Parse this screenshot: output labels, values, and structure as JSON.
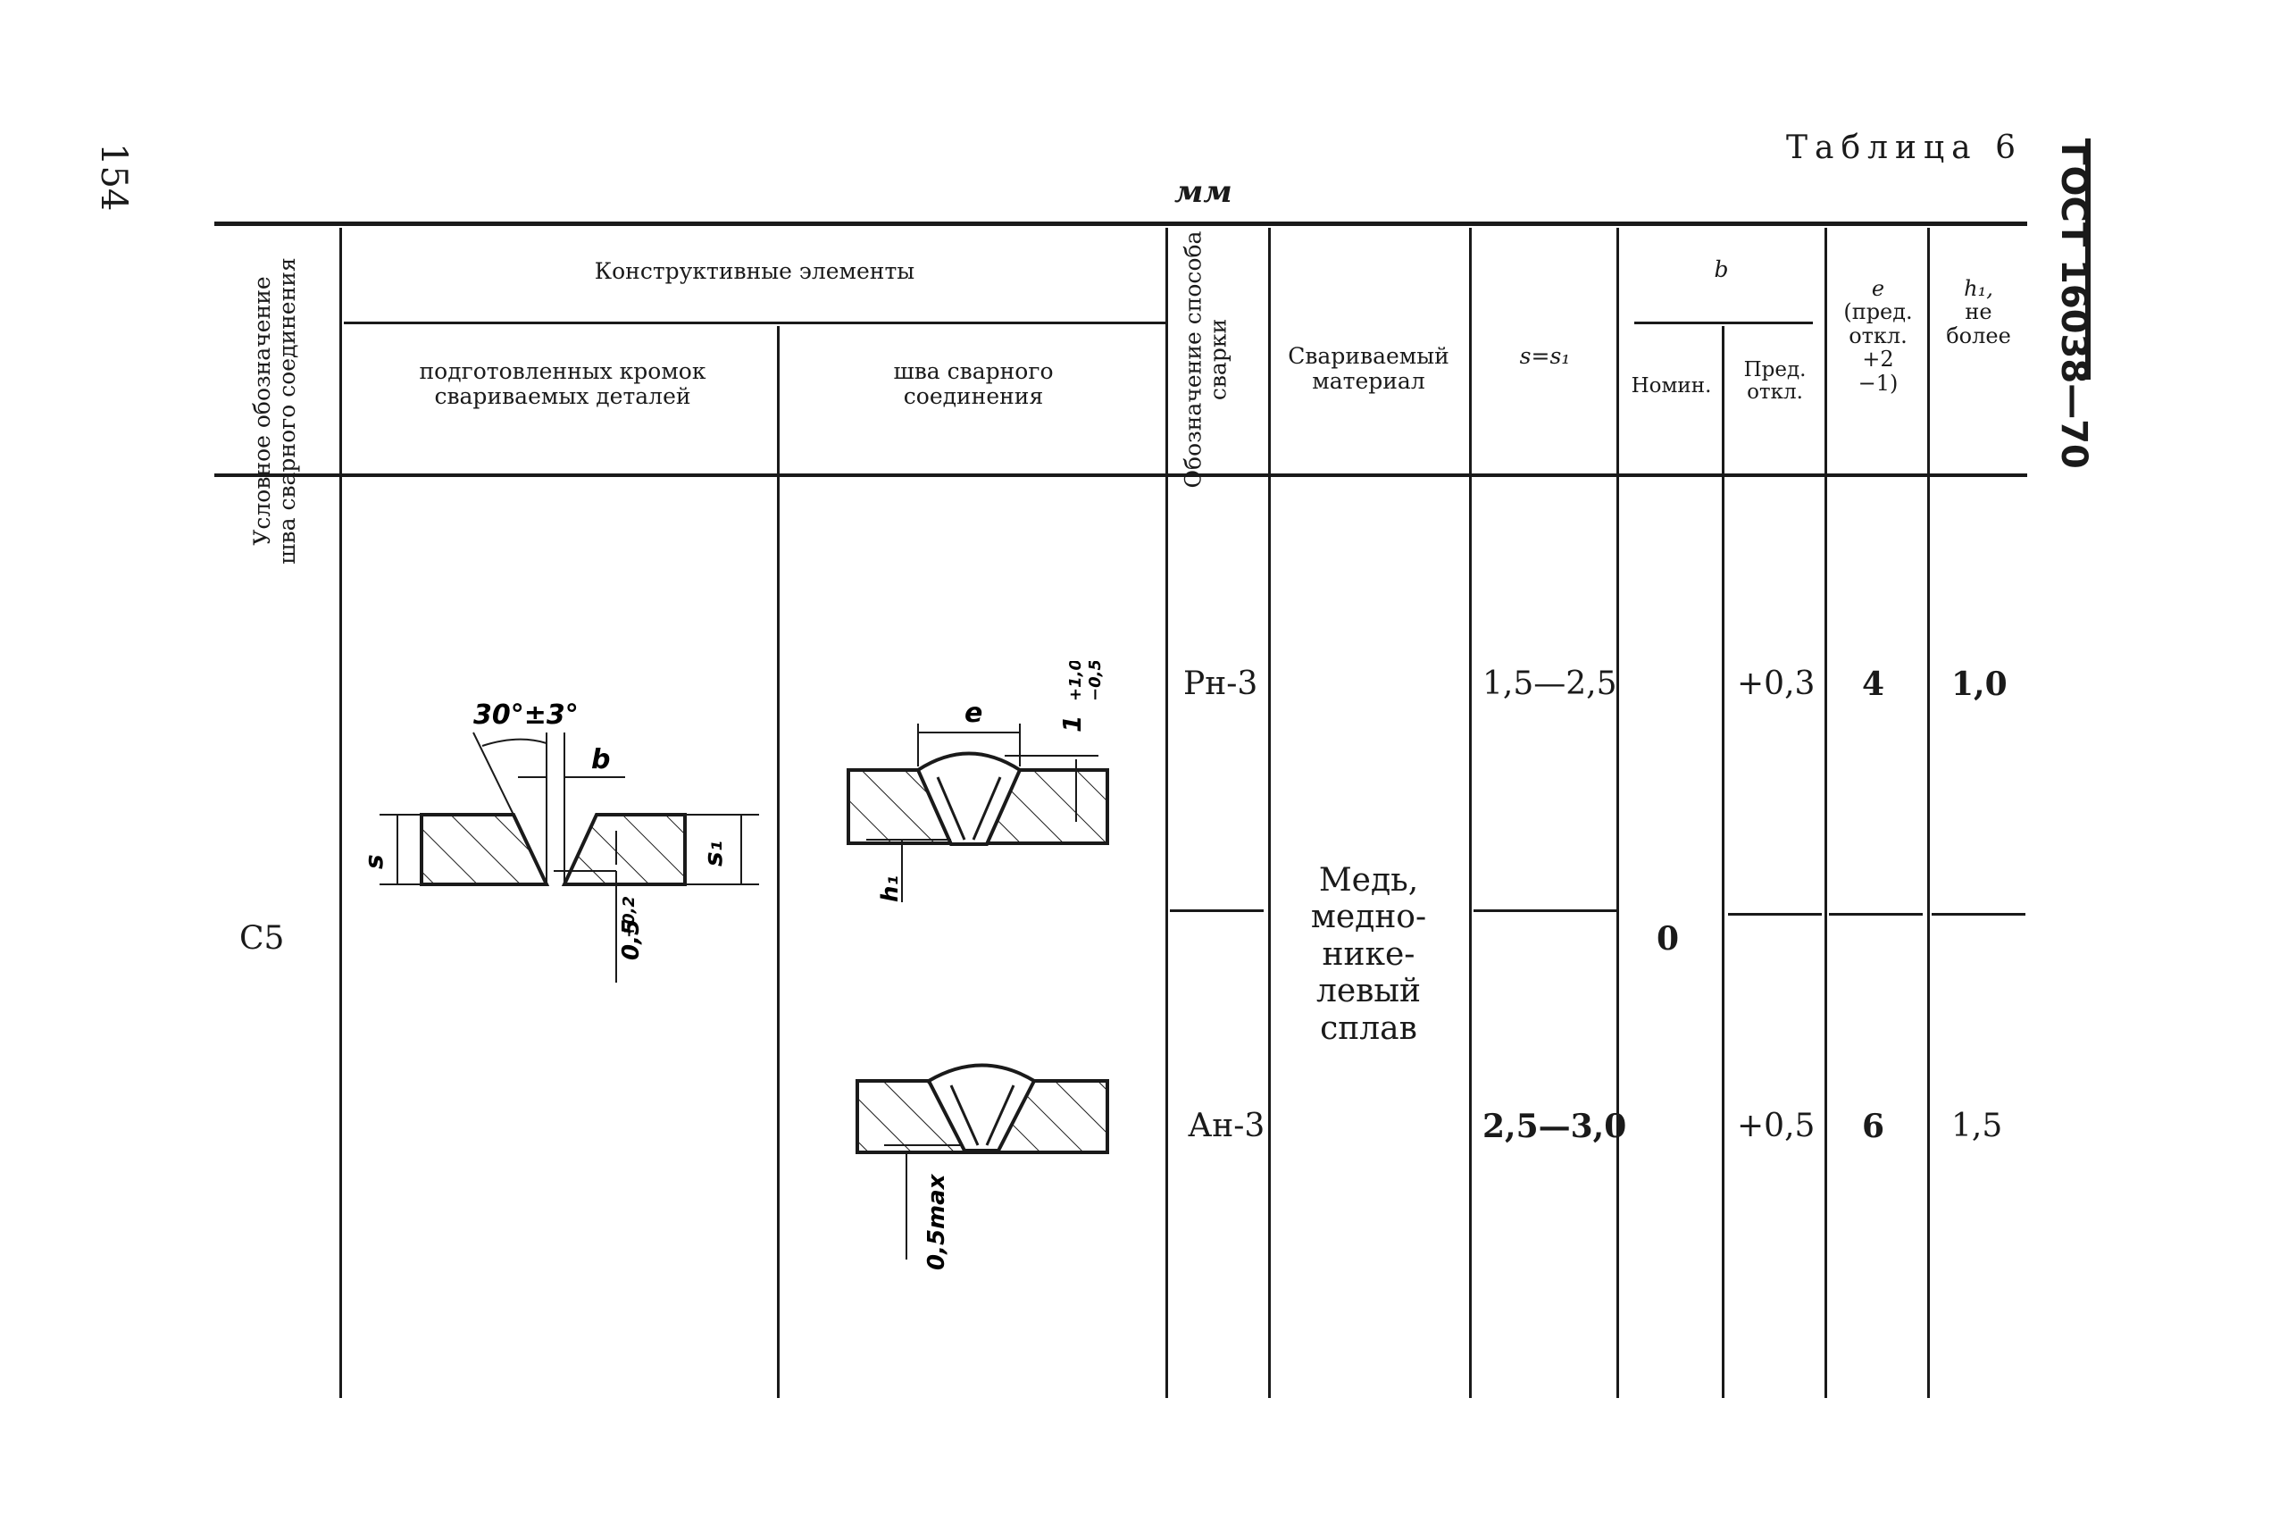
{
  "page": {
    "number": "154",
    "standard": "ГОСТ 16038—70",
    "table_title": "Таблица 6",
    "units": "мм"
  },
  "header": {
    "weld_symbol": "Условное обозначение шва сварного соединения",
    "structural_elements": "Конструктивные элементы",
    "prepared_edges": "подготовленных кромок свариваемых деталей",
    "weld_seam": "шва сварного соединения",
    "welding_method": "Обозначение способа сварки",
    "material": "Свариваемый материал",
    "thickness": "s=s₁",
    "b": "b",
    "b_nominal": "Номин.",
    "b_tolerance": "Пред. откл.",
    "e_symbol": "e",
    "e_label": "(пред. откл.",
    "e_plus": "+2",
    "e_minus": "−1)",
    "h1_symbol": "h₁,",
    "h1_label": "не более"
  },
  "row": {
    "symbol": "С5",
    "material": "Медь, медно-нике- левый сплав",
    "b_nominal": "0",
    "variants": [
      {
        "method": "Рн-3",
        "thickness": "1,5—2,5",
        "b_tolerance": "+0,3",
        "e": "4",
        "h1": "1,0"
      },
      {
        "method": "Ан-3",
        "thickness": "2,5—3,0",
        "b_tolerance": "+0,5",
        "e": "6",
        "h1": "1,5"
      }
    ]
  },
  "drawing_labels": {
    "angle": "30°±3°",
    "gap": "b",
    "thickness_left": "s",
    "thickness_right": "s₁",
    "root": "0,5",
    "root_tol": "+0,2",
    "reinforcement_width": "e",
    "reinforcement_height": "1",
    "reinforcement_tol_plus": "+1,0",
    "reinforcement_tol_minus": "−0,5",
    "root_height": "h₁",
    "root_max": "0,5max"
  }
}
